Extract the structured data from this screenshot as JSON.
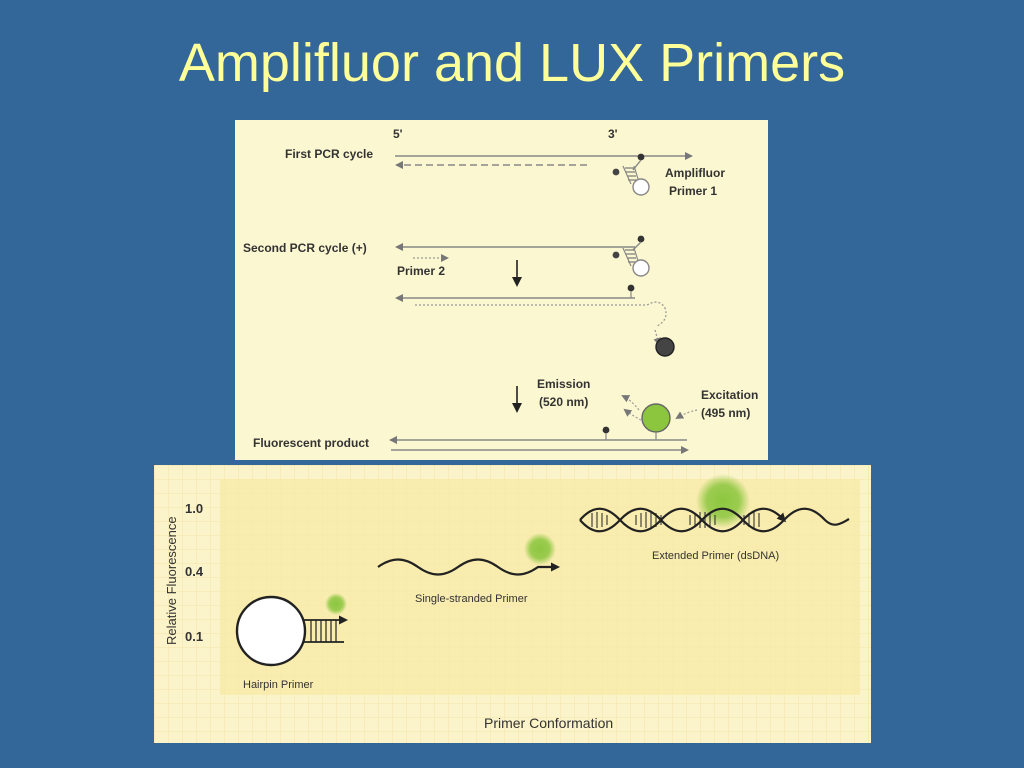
{
  "slide": {
    "title": "Amplifluor and LUX Primers"
  },
  "amplifluor_diagram": {
    "end_5": "5'",
    "end_3": "3'",
    "first_cycle": "First PCR cycle",
    "amplifluor_primer_line1": "Amplifluor",
    "amplifluor_primer_line2": "Primer 1",
    "second_cycle": "Second PCR cycle (+)",
    "primer_2": "Primer 2",
    "emission_line1": "Emission",
    "emission_line2": "(520 nm)",
    "excitation_line1": "Excitation",
    "excitation_line2": "(495 nm)",
    "fluorescent_product": "Fluorescent product",
    "colors": {
      "background": "#fbf7d0",
      "strand": "#888888",
      "fluorophore": "#8cc63f",
      "quencher": "#333333"
    }
  },
  "lux_diagram": {
    "y_axis_label": "Relative Fluorescence",
    "x_axis_label": "Primer Conformation",
    "y_ticks": [
      "1.0",
      "0.4",
      "0.1"
    ],
    "hairpin": "Hairpin Primer",
    "single_stranded": "Single-stranded Primer",
    "extended": "Extended Primer (dsDNA)",
    "colors": {
      "background": "#fbf3c9",
      "plot_area": "#f7e9a6",
      "glow": "#8cc63f",
      "line": "#222222"
    }
  }
}
